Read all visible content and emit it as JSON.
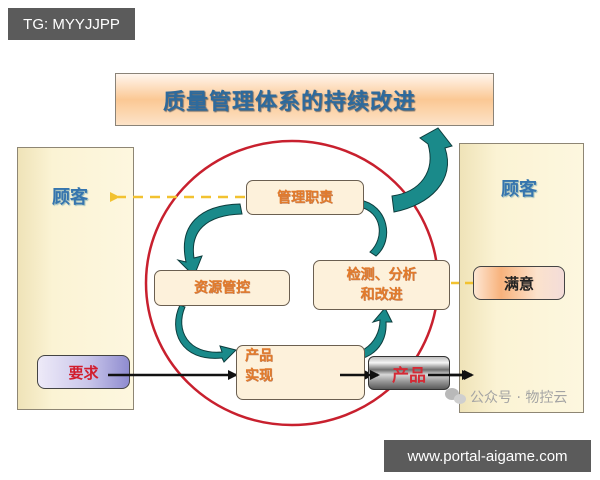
{
  "overlay": {
    "top_tag": "TG: MYYJJPP",
    "bottom_url": "www.portal-aigame.com",
    "watermark": "公众号 · 物控云",
    "watermark_icon": "wechat-icon"
  },
  "diagram": {
    "title": "质量管理体系的持续改进",
    "left_customer": {
      "label": "顾客",
      "input_box": "要求"
    },
    "right_customer": {
      "label": "顾客",
      "output_box": "满意"
    },
    "process_nodes": {
      "management": "管理职责",
      "resources": "资源管控",
      "measurement": "检测、分析",
      "measurement_line2": "和改进",
      "realization": "产品",
      "realization_line2": "实现"
    },
    "product": "产品",
    "colors": {
      "circle": "#c8202e",
      "cycle_arrow": "#1a8a8a",
      "dashed_info_flow": "#f2c230",
      "title_text": "#2e6a9c",
      "node_text": "#e37b2a",
      "requirement_text": "#d21d2d"
    },
    "flows": [
      {
        "from": "要求",
        "to": "产品实现",
        "style": "solid-black"
      },
      {
        "from": "产品实现",
        "to": "产品",
        "style": "solid-black"
      },
      {
        "from": "产品",
        "to": "顾客(右)",
        "style": "solid-black"
      },
      {
        "from": "管理职责",
        "to": "顾客(左)",
        "style": "dashed-yellow"
      },
      {
        "from": "满意",
        "to": "检测、分析和改进",
        "style": "dashed-yellow"
      },
      {
        "from": "管理职责",
        "to": "资源管控",
        "style": "teal-curved"
      },
      {
        "from": "资源管控",
        "to": "产品实现",
        "style": "teal-curved"
      },
      {
        "from": "产品实现",
        "to": "检测、分析和改进",
        "style": "teal-curved"
      },
      {
        "from": "检测、分析和改进",
        "to": "管理职责",
        "style": "teal-curved"
      },
      {
        "from": "循环",
        "to": "质量管理体系的持续改进",
        "style": "teal-curved-large"
      }
    ]
  }
}
